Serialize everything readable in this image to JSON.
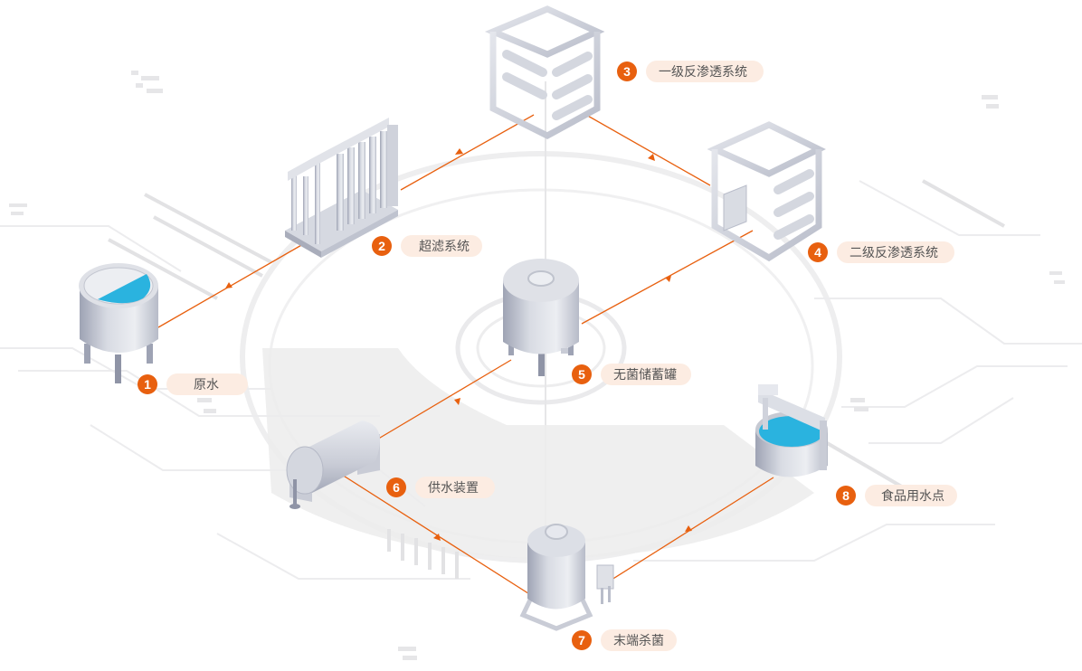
{
  "diagram": {
    "type": "process-flow",
    "accent_color": "#e8600f",
    "label_bg_color": "#fcece2",
    "water_color": "#2ab3df",
    "steps": [
      {
        "number": "1",
        "label": "原水",
        "equipment": "raw-water-tank"
      },
      {
        "number": "2",
        "label": "超滤系统",
        "equipment": "ultrafiltration-rack"
      },
      {
        "number": "3",
        "label": "一级反渗透系统",
        "equipment": "ro-frame-stage-1"
      },
      {
        "number": "4",
        "label": "二级反渗透系统",
        "equipment": "ro-frame-stage-2"
      },
      {
        "number": "5",
        "label": "无菌储蓄罐",
        "equipment": "sterile-storage-tank"
      },
      {
        "number": "6",
        "label": "供水装置",
        "equipment": "horizontal-supply-tank"
      },
      {
        "number": "7",
        "label": "末端杀菌",
        "equipment": "terminal-sterilizer"
      },
      {
        "number": "8",
        "label": "食品用水点",
        "equipment": "food-water-basin"
      }
    ],
    "flow": [
      {
        "from": "1",
        "to": "2"
      },
      {
        "from": "2",
        "to": "3"
      },
      {
        "from": "3",
        "to": "4"
      },
      {
        "from": "4",
        "to": "5"
      },
      {
        "from": "5",
        "to": "6"
      },
      {
        "from": "6",
        "to": "7"
      },
      {
        "from": "7",
        "to": "8"
      }
    ]
  }
}
